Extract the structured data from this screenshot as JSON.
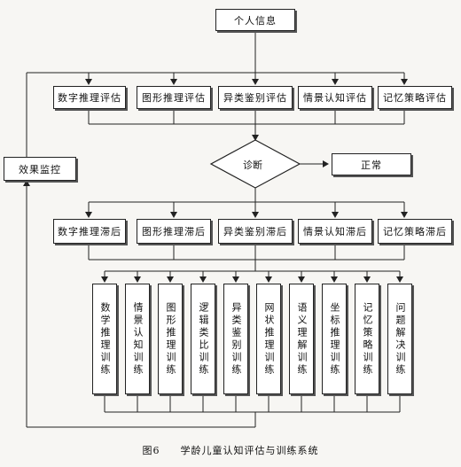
{
  "top": {
    "label": "个人信息"
  },
  "assessments": [
    "数字推理评估",
    "图形推理评估",
    "异类鉴别评估",
    "情景认知评估",
    "记忆策略评估"
  ],
  "diagnosis": {
    "label": "诊断",
    "normal": "正常"
  },
  "lags": [
    "数字推理滞后",
    "图形推理滞后",
    "异类鉴别滞后",
    "情景认知滞后",
    "记忆策略滞后"
  ],
  "trainings": [
    "数学推理训练",
    "情景认知训练",
    "图形推理训练",
    "逻辑类比训练",
    "异类鉴别训练",
    "网状推理训练",
    "语义理解训练",
    "坐标推理训练",
    "记忆策略训练",
    "问题解决训练"
  ],
  "monitor": {
    "label": "效果监控"
  },
  "caption": {
    "figure": "图6",
    "title": "学龄儿童认知评估与训练系统"
  }
}
